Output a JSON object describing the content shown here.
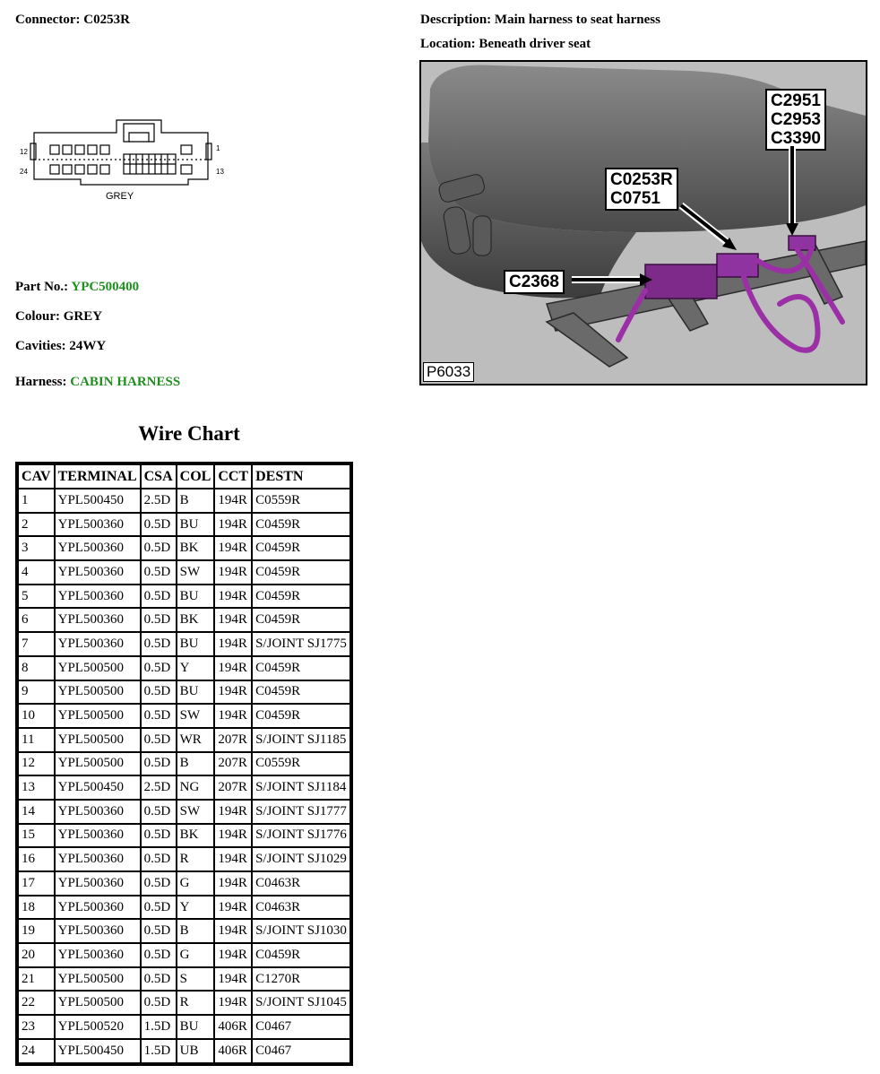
{
  "connector": {
    "label": "Connector:",
    "value": "C0253R"
  },
  "description": {
    "label": "Description:",
    "value": "Main harness to seat harness"
  },
  "location": {
    "label": "Location:",
    "value": "Beneath driver seat"
  },
  "part": {
    "label": "Part No.:",
    "value": "YPC500400"
  },
  "colour": {
    "label": "Colour:",
    "value": "GREY"
  },
  "cavities": {
    "label": "Cavities:",
    "value": "24WY"
  },
  "harness": {
    "label": "Harness:",
    "value": "CABIN HARNESS"
  },
  "diagram": {
    "pin_top_left": "12",
    "pin_top_right": "1",
    "pin_bottom_left": "24",
    "pin_bottom_right": "13",
    "colour_label": "GREY"
  },
  "photo": {
    "code": "P6033",
    "callouts": {
      "c2368": "C2368",
      "c0253r_lines": [
        "C0253R",
        "C0751"
      ],
      "c2951_lines": [
        "C2951",
        "C2953",
        "C3390"
      ]
    },
    "harness_color": "#9b2fa6"
  },
  "wire_chart": {
    "title": "Wire Chart",
    "headers": [
      "CAV",
      "TERMINAL",
      "CSA",
      "COL",
      "CCT",
      "DESTN"
    ],
    "rows": [
      [
        "1",
        "YPL500450",
        "2.5D",
        "B",
        "194R",
        "C0559R"
      ],
      [
        "2",
        "YPL500360",
        "0.5D",
        "BU",
        "194R",
        "C0459R"
      ],
      [
        "3",
        "YPL500360",
        "0.5D",
        "BK",
        "194R",
        "C0459R"
      ],
      [
        "4",
        "YPL500360",
        "0.5D",
        "SW",
        "194R",
        "C0459R"
      ],
      [
        "5",
        "YPL500360",
        "0.5D",
        "BU",
        "194R",
        "C0459R"
      ],
      [
        "6",
        "YPL500360",
        "0.5D",
        "BK",
        "194R",
        "C0459R"
      ],
      [
        "7",
        "YPL500360",
        "0.5D",
        "BU",
        "194R",
        "S/JOINT SJ1775"
      ],
      [
        "8",
        "YPL500500",
        "0.5D",
        "Y",
        "194R",
        "C0459R"
      ],
      [
        "9",
        "YPL500500",
        "0.5D",
        "BU",
        "194R",
        "C0459R"
      ],
      [
        "10",
        "YPL500500",
        "0.5D",
        "SW",
        "194R",
        "C0459R"
      ],
      [
        "11",
        "YPL500500",
        "0.5D",
        "WR",
        "207R",
        "S/JOINT SJ1185"
      ],
      [
        "12",
        "YPL500500",
        "0.5D",
        "B",
        "207R",
        "C0559R"
      ],
      [
        "13",
        "YPL500450",
        "2.5D",
        "NG",
        "207R",
        "S/JOINT SJ1184"
      ],
      [
        "14",
        "YPL500360",
        "0.5D",
        "SW",
        "194R",
        "S/JOINT SJ1777"
      ],
      [
        "15",
        "YPL500360",
        "0.5D",
        "BK",
        "194R",
        "S/JOINT SJ1776"
      ],
      [
        "16",
        "YPL500360",
        "0.5D",
        "R",
        "194R",
        "S/JOINT SJ1029"
      ],
      [
        "17",
        "YPL500360",
        "0.5D",
        "G",
        "194R",
        "C0463R"
      ],
      [
        "18",
        "YPL500360",
        "0.5D",
        "Y",
        "194R",
        "C0463R"
      ],
      [
        "19",
        "YPL500360",
        "0.5D",
        "B",
        "194R",
        "S/JOINT SJ1030"
      ],
      [
        "20",
        "YPL500360",
        "0.5D",
        "G",
        "194R",
        "C0459R"
      ],
      [
        "21",
        "YPL500500",
        "0.5D",
        "S",
        "194R",
        "C1270R"
      ],
      [
        "22",
        "YPL500500",
        "0.5D",
        "R",
        "194R",
        "S/JOINT SJ1045"
      ],
      [
        "23",
        "YPL500520",
        "1.5D",
        "BU",
        "406R",
        "C0467"
      ],
      [
        "24",
        "YPL500450",
        "1.5D",
        "UB",
        "406R",
        "C0467"
      ]
    ]
  }
}
